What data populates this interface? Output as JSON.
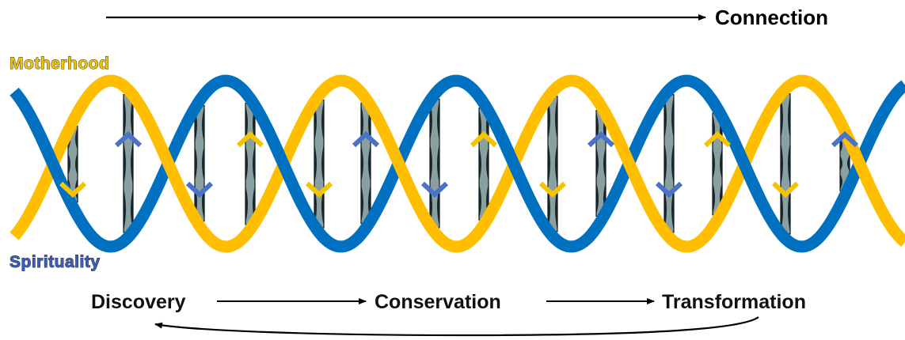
{
  "top_label": "Connection",
  "strand_labels": {
    "top": "Motherhood",
    "bottom": "Spirituality"
  },
  "stages": [
    "Discovery",
    "Conservation",
    "Transformation"
  ],
  "colors": {
    "gold": "#ffbf00",
    "blue": "#0070c0",
    "rung_fill": "#8aa0a0",
    "rung_dark": "#0d1a20",
    "gold_arrow": "#f5c400",
    "blue_arrow": "#4a72c8",
    "text": "#000000"
  },
  "icons": {
    "connection_arrow": "right-arrow-icon",
    "helix": "double-helix-icon",
    "cycle_return": "curved-return-arrow-icon"
  }
}
